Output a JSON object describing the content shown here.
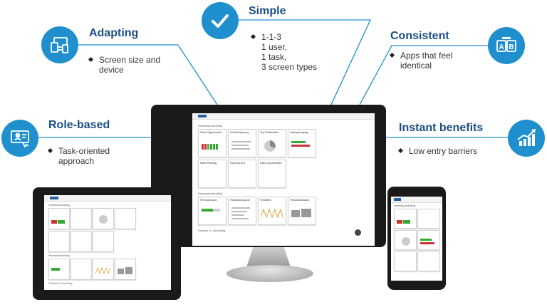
{
  "features": {
    "simple": {
      "title": "Simple",
      "bullet": "1-1-3\n1 user,\n1 task,\n3 screen types",
      "icon": "checkmark-icon"
    },
    "adapting": {
      "title": "Adapting",
      "bullet": "Screen size and\ndevice",
      "icon": "devices-icon"
    },
    "consistent": {
      "title": "Consistent",
      "bullet": "Apps that feel\nidentical",
      "icon": "ab-letters-icon"
    },
    "role_based": {
      "title": "Role-based",
      "bullet": "Task-oriented\napproach",
      "icon": "user-screen-icon"
    },
    "instant_benefits": {
      "title": "Instant benefits",
      "bullet": "Low entry barriers",
      "icon": "rising-chart-icon"
    }
  },
  "monitor_screen": {
    "sections": [
      "Vertriebscontrolling",
      "Personalcontrolling",
      "Finance & Controlling"
    ],
    "tiles": [
      "Sales Opportunities",
      "Vertriebsplanung",
      "Top 5 Materialien",
      "Auftragseingang",
      "Sales Planning",
      "Planning 32.1",
      "Sales Opportunities",
      "HR Dashboard",
      "Fluktuationsquote",
      "Fehlzeiten",
      "Personalaufwand"
    ]
  },
  "tablet_screen": {
    "sections": [
      "Vertriebscontrolling",
      "Personalcontrolling",
      "Finance & Controlling"
    ]
  },
  "phone_screen": {
    "sections": [
      "Vertriebscontrolling"
    ]
  },
  "colors": {
    "accent": "#1f8fce",
    "title": "#1b4f86"
  }
}
